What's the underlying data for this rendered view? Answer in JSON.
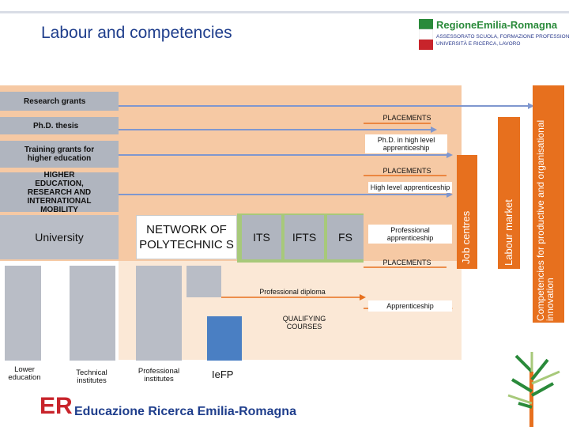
{
  "header": {
    "title": "Labour and competencies",
    "logo_name": "RegioneEmilia-Romagna",
    "logo_line1": "ASSESSORATO SCUOLA, FORMAZIONE PROFESSIONALE",
    "logo_line2": "UNIVERSITÀ E RICERCA, LAVORO"
  },
  "left_bars": {
    "research_grants": "Research grants",
    "phd_thesis": "Ph.D. thesis",
    "training_grants": "Training grants for higher education",
    "higher_education": "HIGHER EDUCATION, RESEARCH AND INTERNATIONAL MOBILITY",
    "university": "University"
  },
  "middle": {
    "network_polytechnics": "NETWORK OF POLYTECHNIC S",
    "its": "ITS",
    "ifts": "IFTS",
    "fs": "FS",
    "professional_diploma": "Professional diploma",
    "qualifying_courses": "QUALIFYING COURSES"
  },
  "right_labels": {
    "placements_1": "PLACEMENTS",
    "phd_apprenticeship": "Ph.D. in high level apprenticeship",
    "placements_2": "PLACEMENTS",
    "high_level_apprenticeship": "High level apprenticeship",
    "professional_apprenticeship": "Professional apprenticeship",
    "placements_3": "PLACEMENTS",
    "apprenticeship": "Apprenticeship"
  },
  "columns": {
    "job_centres": "Job centres",
    "labour_market": "Labour market",
    "competencies": "Competencies for productive and organisational innovation"
  },
  "bottom": {
    "lower_education": "Lower education",
    "technical_institutes": "Technical institutes",
    "professional_institutes": "Professional institutes",
    "iefp": "IeFP"
  },
  "footer": {
    "brand_er": "ER",
    "brand_text": "Educazione Ricerca Emilia-Romagna"
  },
  "colors": {
    "blue_bar": "#7f97cf",
    "orange": "#e7701e",
    "green": "#a7c97a",
    "peach": "#f6c9a4"
  }
}
